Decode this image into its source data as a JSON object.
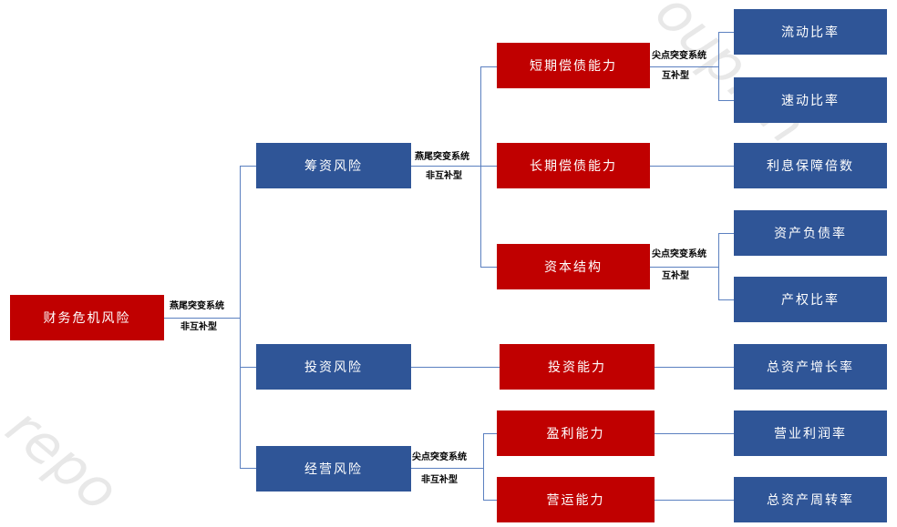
{
  "root": {
    "label": "财务危机风险"
  },
  "level1": {
    "financing": "筹资风险",
    "investment": "投资风险",
    "operating": "经营风险"
  },
  "level2": {
    "short_term": "短期偿债能力",
    "long_term": "长期偿债能力",
    "capital_structure": "资本结构",
    "investment_ability": "投资能力",
    "profitability": "盈利能力",
    "operating_ability": "营运能力"
  },
  "level3": {
    "current_ratio": "流动比率",
    "quick_ratio": "速动比率",
    "interest_coverage": "利息保障倍数",
    "debt_ratio": "资产负债率",
    "equity_ratio": "产权比率",
    "asset_growth": "总资产增长率",
    "profit_margin": "营业利润率",
    "asset_turnover": "总资产周转率"
  },
  "labels": {
    "root_l1": "燕尾突变系统",
    "root_l2": "非互补型",
    "fin_l1": "燕尾突变系统",
    "fin_l2": "非互补型",
    "op_l1": "尖点突变系统",
    "op_l2": "非互补型",
    "st_l1": "尖点突变系统",
    "st_l2": "互补型",
    "cs_l1": "尖点突变系统",
    "cs_l2": "互补型"
  },
  "colors": {
    "red": "#c00000",
    "blue": "#2f5597",
    "connector": "#5b80c0"
  },
  "watermark": {
    "top_right": "oup.cn",
    "bottom_left": "repo"
  }
}
